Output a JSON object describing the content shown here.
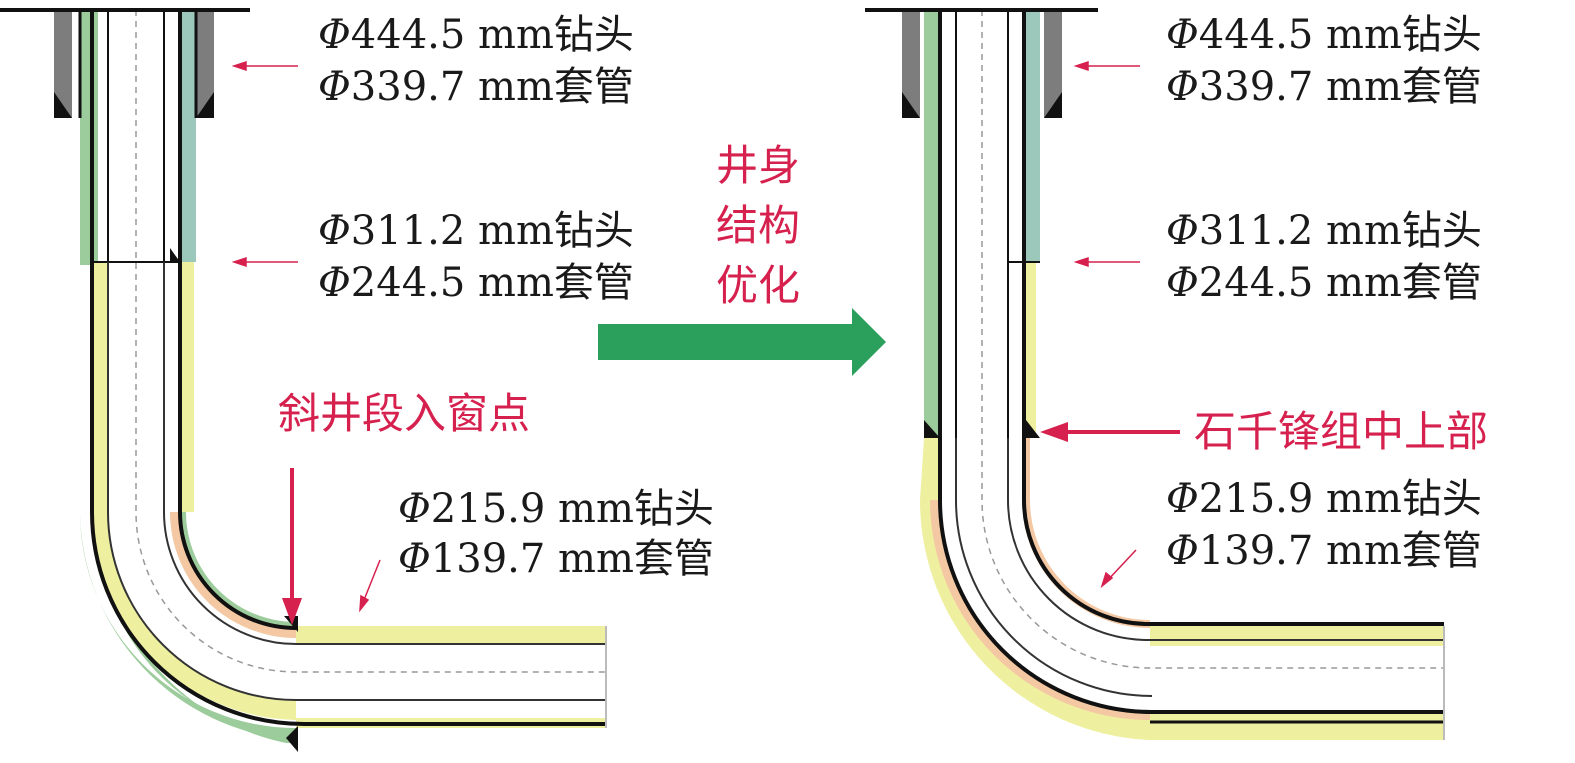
{
  "colors": {
    "green_cement": "#9dcc9c",
    "teal_cement": "#9cc8bb",
    "yellow_cement": "#eef0a0",
    "peach_cement": "#f3c8a3",
    "conductor": "#7d7d7d",
    "steel": "#111111",
    "accent_red": "#d6204e",
    "arrow_green": "#2aa05c"
  },
  "left_well": {
    "surface": {
      "bit": "444.5 mm钻头",
      "casing": "339.7 mm套管"
    },
    "intermediate": {
      "bit": "311.2 mm钻头",
      "casing": "244.5 mm套管"
    },
    "production": {
      "bit": "215.9 mm钻头",
      "casing": "139.7 mm套管"
    },
    "callout": "斜井段入窗点"
  },
  "optimization": {
    "line1": "井身",
    "line2": "结构",
    "line3": "优化"
  },
  "right_well": {
    "surface": {
      "bit": "444.5 mm钻头",
      "casing": "339.7 mm套管"
    },
    "intermediate": {
      "bit": "311.2 mm钻头",
      "casing": "244.5 mm套管"
    },
    "production": {
      "bit": "215.9 mm钻头",
      "casing": "139.7 mm套管"
    },
    "callout": "石千锋组中上部"
  },
  "symbol": {
    "phi": "Φ"
  }
}
